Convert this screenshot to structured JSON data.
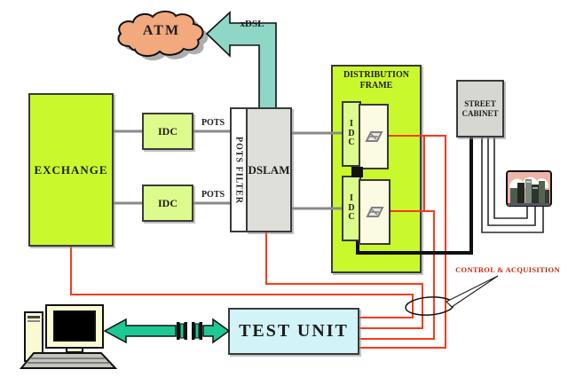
{
  "nodes": {
    "atm_cloud": {
      "label": "ATM"
    },
    "xdsl_arrow": {
      "label": "xDSL"
    },
    "exchange": {
      "label": "EXCHANGE"
    },
    "idc_upper": {
      "label": "IDC"
    },
    "idc_lower": {
      "label": "IDC"
    },
    "pots_upper": {
      "label": "POTS"
    },
    "pots_lower": {
      "label": "POTS"
    },
    "pots_filter": {
      "label": "POTS FILTER"
    },
    "dslam": {
      "label": "DSLAM"
    },
    "distribution_frame": {
      "title": "DISTRIBUTION\nFRAME"
    },
    "frame_idc_upper": {
      "label": "I\nD\nC"
    },
    "frame_idc_lower": {
      "label": "I\nD\nC"
    },
    "street_cabinet": {
      "title": "STREET\nCABINET"
    },
    "test_unit": {
      "label": "TEST UNIT"
    },
    "annotation": {
      "label": "CONTROL & ACQUISITION"
    }
  },
  "colors": {
    "box_green": "#c9f92d",
    "idc_green": "#ddfb8c",
    "module_cream": "#fbfbe3",
    "gray_box": "#dededa",
    "cabinet_gray": "#d6d6d2",
    "test_unit_cyan": "#d2f3f7",
    "cloud_salmon": "#f2a97e",
    "teal_arrow": "#8ed7c6",
    "green_arrow": "#1ec895",
    "wire_red": "#fa3a18",
    "wire_gray": "#8a8a8a",
    "wire_black": "#111111",
    "annotation_red": "#cf2508",
    "pc_cream": "#fafad2"
  }
}
